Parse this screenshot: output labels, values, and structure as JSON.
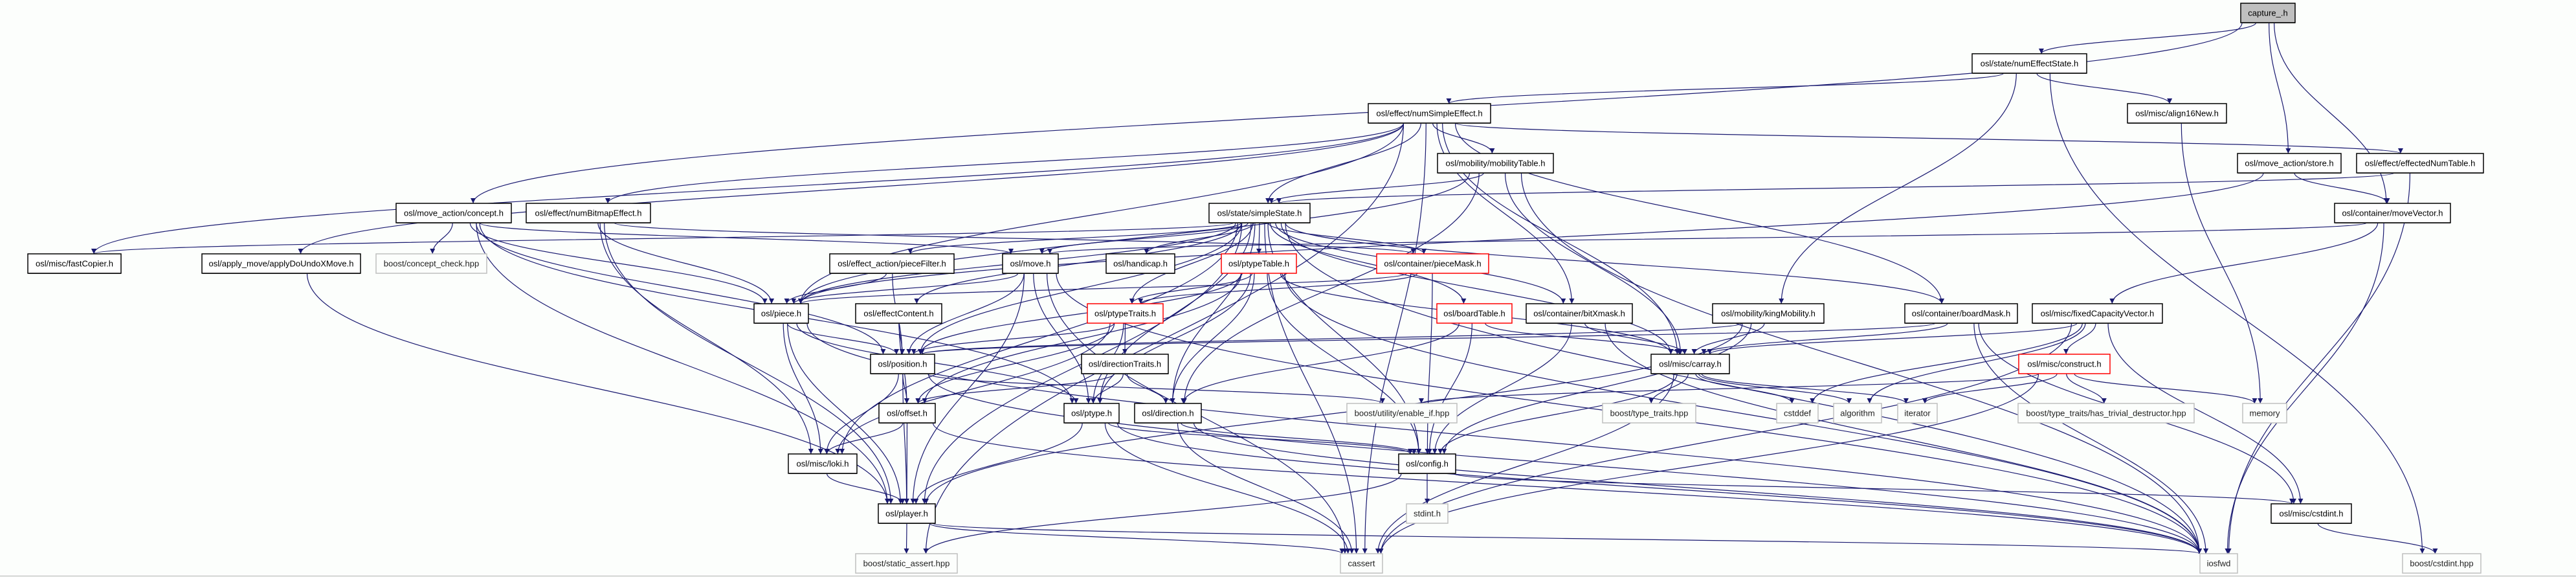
{
  "graph": {
    "colors": {
      "edge": "#191970",
      "node_border": "#000000",
      "truncated_border": "#ff0000",
      "external_border": "#bfbfbf",
      "root_fill": "#bfbfbf",
      "background": "#fcfefc"
    },
    "nodes": [
      {
        "id": "capture",
        "label": "capture_.h",
        "kind": "root"
      },
      {
        "id": "numEffectState",
        "label": "osl/state/numEffectState.h",
        "kind": "file"
      },
      {
        "id": "numSimpleEffect",
        "label": "osl/effect/numSimpleEffect.h",
        "kind": "file"
      },
      {
        "id": "align16New",
        "label": "osl/misc/align16New.h",
        "kind": "file"
      },
      {
        "id": "mobilityTable",
        "label": "osl/mobility/mobilityTable.h",
        "kind": "file"
      },
      {
        "id": "store",
        "label": "osl/move_action/store.h",
        "kind": "file"
      },
      {
        "id": "effectedNumTable",
        "label": "osl/effect/effectedNumTable.h",
        "kind": "file"
      },
      {
        "id": "concept",
        "label": "osl/move_action/concept.h",
        "kind": "file"
      },
      {
        "id": "numBitmapEffect",
        "label": "osl/effect/numBitmapEffect.h",
        "kind": "file"
      },
      {
        "id": "simpleState",
        "label": "osl/state/simpleState.h",
        "kind": "file"
      },
      {
        "id": "moveVector",
        "label": "osl/container/moveVector.h",
        "kind": "file"
      },
      {
        "id": "fastCopier",
        "label": "osl/misc/fastCopier.h",
        "kind": "file"
      },
      {
        "id": "applyDoUndoXMove",
        "label": "osl/apply_move/applyDoUndoXMove.h",
        "kind": "file"
      },
      {
        "id": "conceptCheck",
        "label": "boost/concept_check.hpp",
        "kind": "external"
      },
      {
        "id": "pieceFilter",
        "label": "osl/effect_action/pieceFilter.h",
        "kind": "file"
      },
      {
        "id": "move",
        "label": "osl/move.h",
        "kind": "file"
      },
      {
        "id": "handicap",
        "label": "osl/handicap.h",
        "kind": "file"
      },
      {
        "id": "ptypeTable",
        "label": "osl/ptypeTable.h",
        "kind": "truncated"
      },
      {
        "id": "pieceMask",
        "label": "osl/container/pieceMask.h",
        "kind": "truncated"
      },
      {
        "id": "piece",
        "label": "osl/piece.h",
        "kind": "file"
      },
      {
        "id": "effectContent",
        "label": "osl/effectContent.h",
        "kind": "file"
      },
      {
        "id": "ptypeTraits",
        "label": "osl/ptypeTraits.h",
        "kind": "truncated"
      },
      {
        "id": "boardTable",
        "label": "osl/boardTable.h",
        "kind": "truncated"
      },
      {
        "id": "bitXmask",
        "label": "osl/container/bitXmask.h",
        "kind": "file"
      },
      {
        "id": "kingMobility",
        "label": "osl/mobility/kingMobility.h",
        "kind": "file"
      },
      {
        "id": "boardMask",
        "label": "osl/container/boardMask.h",
        "kind": "file"
      },
      {
        "id": "fixedCapacityVector",
        "label": "osl/misc/fixedCapacityVector.h",
        "kind": "file"
      },
      {
        "id": "position",
        "label": "osl/position.h",
        "kind": "file"
      },
      {
        "id": "directionTraits",
        "label": "osl/directionTraits.h",
        "kind": "file"
      },
      {
        "id": "carray",
        "label": "osl/misc/carray.h",
        "kind": "file"
      },
      {
        "id": "construct",
        "label": "osl/misc/construct.h",
        "kind": "truncated"
      },
      {
        "id": "offset",
        "label": "osl/offset.h",
        "kind": "file"
      },
      {
        "id": "ptype",
        "label": "osl/ptype.h",
        "kind": "file"
      },
      {
        "id": "direction",
        "label": "osl/direction.h",
        "kind": "file"
      },
      {
        "id": "enableIf",
        "label": "boost/utility/enable_if.hpp",
        "kind": "external"
      },
      {
        "id": "typeTraits",
        "label": "boost/type_traits.hpp",
        "kind": "external"
      },
      {
        "id": "cstddef",
        "label": "cstddef",
        "kind": "external"
      },
      {
        "id": "algorithm",
        "label": "algorithm",
        "kind": "external"
      },
      {
        "id": "iterator",
        "label": "iterator",
        "kind": "external"
      },
      {
        "id": "hasTrivialDestructor",
        "label": "boost/type_traits/has_trivial_destructor.hpp",
        "kind": "external"
      },
      {
        "id": "memory",
        "label": "memory",
        "kind": "external"
      },
      {
        "id": "loki",
        "label": "osl/misc/loki.h",
        "kind": "file"
      },
      {
        "id": "config",
        "label": "osl/config.h",
        "kind": "file"
      },
      {
        "id": "player",
        "label": "osl/player.h",
        "kind": "file"
      },
      {
        "id": "stdint",
        "label": "stdint.h",
        "kind": "external"
      },
      {
        "id": "cstdintH",
        "label": "osl/misc/cstdint.h",
        "kind": "file"
      },
      {
        "id": "staticAssert",
        "label": "boost/static_assert.hpp",
        "kind": "external"
      },
      {
        "id": "cassert",
        "label": "cassert",
        "kind": "external"
      },
      {
        "id": "iosfwd",
        "label": "iosfwd",
        "kind": "external"
      },
      {
        "id": "boostCstdint",
        "label": "boost/cstdint.hpp",
        "kind": "external"
      }
    ],
    "edges": [
      [
        "capture",
        "numEffectState"
      ],
      [
        "capture",
        "store"
      ],
      [
        "capture",
        "moveVector"
      ],
      [
        "capture",
        "concept"
      ],
      [
        "numEffectState",
        "numSimpleEffect"
      ],
      [
        "numEffectState",
        "align16New"
      ],
      [
        "numEffectState",
        "kingMobility"
      ],
      [
        "numEffectState",
        "boostCstdint"
      ],
      [
        "align16New",
        "memory"
      ],
      [
        "numSimpleEffect",
        "simpleState"
      ],
      [
        "numSimpleEffect",
        "mobilityTable"
      ],
      [
        "numSimpleEffect",
        "fastCopier"
      ],
      [
        "numSimpleEffect",
        "numBitmapEffect"
      ],
      [
        "numSimpleEffect",
        "effectedNumTable"
      ],
      [
        "numSimpleEffect",
        "boardMask"
      ],
      [
        "numSimpleEffect",
        "bitXmask"
      ],
      [
        "numSimpleEffect",
        "carray"
      ],
      [
        "numSimpleEffect",
        "applyDoUndoXMove"
      ],
      [
        "numSimpleEffect",
        "staticAssert"
      ],
      [
        "numSimpleEffect",
        "piece"
      ],
      [
        "numSimpleEffect",
        "cassert"
      ],
      [
        "mobilityTable",
        "simpleState"
      ],
      [
        "mobilityTable",
        "carray"
      ],
      [
        "mobilityTable",
        "direction"
      ],
      [
        "mobilityTable",
        "iosfwd"
      ],
      [
        "mobilityTable",
        "piece"
      ],
      [
        "store",
        "moveVector"
      ],
      [
        "store",
        "piece"
      ],
      [
        "effectedNumTable",
        "simpleState"
      ],
      [
        "effectedNumTable",
        "iosfwd"
      ],
      [
        "moveVector",
        "move"
      ],
      [
        "moveVector",
        "fixedCapacityVector"
      ],
      [
        "moveVector",
        "iosfwd"
      ],
      [
        "concept",
        "piece"
      ],
      [
        "concept",
        "conceptCheck"
      ],
      [
        "concept",
        "player"
      ],
      [
        "concept",
        "position"
      ],
      [
        "concept",
        "ptype"
      ],
      [
        "concept",
        "move"
      ],
      [
        "numBitmapEffect",
        "pieceMask"
      ],
      [
        "numBitmapEffect",
        "loki"
      ],
      [
        "numBitmapEffect",
        "player"
      ],
      [
        "numBitmapEffect",
        "piece"
      ],
      [
        "simpleState",
        "fastCopier"
      ],
      [
        "simpleState",
        "pieceFilter"
      ],
      [
        "simpleState",
        "move"
      ],
      [
        "simpleState",
        "handicap"
      ],
      [
        "simpleState",
        "ptypeTable"
      ],
      [
        "simpleState",
        "pieceMask"
      ],
      [
        "simpleState",
        "ptypeTraits"
      ],
      [
        "simpleState",
        "piece"
      ],
      [
        "simpleState",
        "effectContent"
      ],
      [
        "simpleState",
        "position"
      ],
      [
        "simpleState",
        "boardTable"
      ],
      [
        "simpleState",
        "bitXmask"
      ],
      [
        "simpleState",
        "carray"
      ],
      [
        "simpleState",
        "direction"
      ],
      [
        "simpleState",
        "ptype"
      ],
      [
        "simpleState",
        "config"
      ],
      [
        "simpleState",
        "loki"
      ],
      [
        "simpleState",
        "player"
      ],
      [
        "simpleState",
        "iosfwd"
      ],
      [
        "simpleState",
        "cassert"
      ],
      [
        "simpleState",
        "boardMask"
      ],
      [
        "applyDoUndoXMove",
        "player"
      ],
      [
        "pieceFilter",
        "piece"
      ],
      [
        "pieceFilter",
        "position"
      ],
      [
        "move",
        "piece"
      ],
      [
        "move",
        "position"
      ],
      [
        "move",
        "ptype"
      ],
      [
        "move",
        "player"
      ],
      [
        "move",
        "cassert"
      ],
      [
        "move",
        "iosfwd"
      ],
      [
        "ptypeTable",
        "ptypeTraits"
      ],
      [
        "ptypeTable",
        "ptype"
      ],
      [
        "ptypeTable",
        "direction"
      ],
      [
        "ptypeTable",
        "offset"
      ],
      [
        "ptypeTable",
        "config"
      ],
      [
        "ptypeTable",
        "position"
      ],
      [
        "ptypeTable",
        "carray"
      ],
      [
        "ptypeTable",
        "iosfwd"
      ],
      [
        "pieceMask",
        "ptypeTraits"
      ],
      [
        "pieceMask",
        "config"
      ],
      [
        "pieceMask",
        "piece"
      ],
      [
        "piece",
        "position"
      ],
      [
        "piece",
        "ptype"
      ],
      [
        "piece",
        "loki"
      ],
      [
        "piece",
        "player"
      ],
      [
        "piece",
        "iosfwd"
      ],
      [
        "effectContent",
        "offset"
      ],
      [
        "effectContent",
        "position"
      ],
      [
        "ptypeTraits",
        "directionTraits"
      ],
      [
        "ptypeTraits",
        "ptype"
      ],
      [
        "ptypeTraits",
        "position"
      ],
      [
        "ptypeTraits",
        "offset"
      ],
      [
        "ptypeTraits",
        "loki"
      ],
      [
        "boardTable",
        "carray"
      ],
      [
        "boardTable",
        "config"
      ],
      [
        "boardTable",
        "direction"
      ],
      [
        "bitXmask",
        "carray"
      ],
      [
        "bitXmask",
        "config"
      ],
      [
        "bitXmask",
        "iosfwd"
      ],
      [
        "kingMobility",
        "carray"
      ],
      [
        "kingMobility",
        "config"
      ],
      [
        "kingMobility",
        "position"
      ],
      [
        "kingMobility",
        "player"
      ],
      [
        "boardMask",
        "position"
      ],
      [
        "boardMask",
        "carray"
      ],
      [
        "boardMask",
        "cstdintH"
      ],
      [
        "boardMask",
        "iosfwd"
      ],
      [
        "fixedCapacityVector",
        "carray"
      ],
      [
        "fixedCapacityVector",
        "construct"
      ],
      [
        "fixedCapacityVector",
        "cassert"
      ],
      [
        "fixedCapacityVector",
        "algorithm"
      ],
      [
        "fixedCapacityVector",
        "cstddef"
      ],
      [
        "fixedCapacityVector",
        "cstdintH"
      ],
      [
        "position",
        "offset"
      ],
      [
        "position",
        "loki"
      ],
      [
        "position",
        "player"
      ],
      [
        "position",
        "iosfwd"
      ],
      [
        "position",
        "enableIf"
      ],
      [
        "directionTraits",
        "offset"
      ],
      [
        "directionTraits",
        "ptype"
      ],
      [
        "directionTraits",
        "direction"
      ],
      [
        "carray",
        "typeTraits"
      ],
      [
        "carray",
        "cstddef"
      ],
      [
        "carray",
        "algorithm"
      ],
      [
        "carray",
        "iterator"
      ],
      [
        "carray",
        "config"
      ],
      [
        "carray",
        "cassert"
      ],
      [
        "construct",
        "enableIf"
      ],
      [
        "construct",
        "hasTrivialDestructor"
      ],
      [
        "construct",
        "memory"
      ],
      [
        "construct",
        "iterator"
      ],
      [
        "construct",
        "cassert"
      ],
      [
        "offset",
        "loki"
      ],
      [
        "offset",
        "player"
      ],
      [
        "offset",
        "iosfwd"
      ],
      [
        "ptype",
        "player"
      ],
      [
        "ptype",
        "config"
      ],
      [
        "ptype",
        "cassert"
      ],
      [
        "ptype",
        "iosfwd"
      ],
      [
        "direction",
        "config"
      ],
      [
        "direction",
        "cassert"
      ],
      [
        "direction",
        "iosfwd"
      ],
      [
        "config",
        "stdint"
      ],
      [
        "config",
        "cstdintH"
      ],
      [
        "config",
        "staticAssert"
      ],
      [
        "loki",
        "player"
      ],
      [
        "player",
        "staticAssert"
      ],
      [
        "player",
        "cassert"
      ],
      [
        "player",
        "iosfwd"
      ],
      [
        "cstdintH",
        "boostCstdint"
      ]
    ]
  }
}
